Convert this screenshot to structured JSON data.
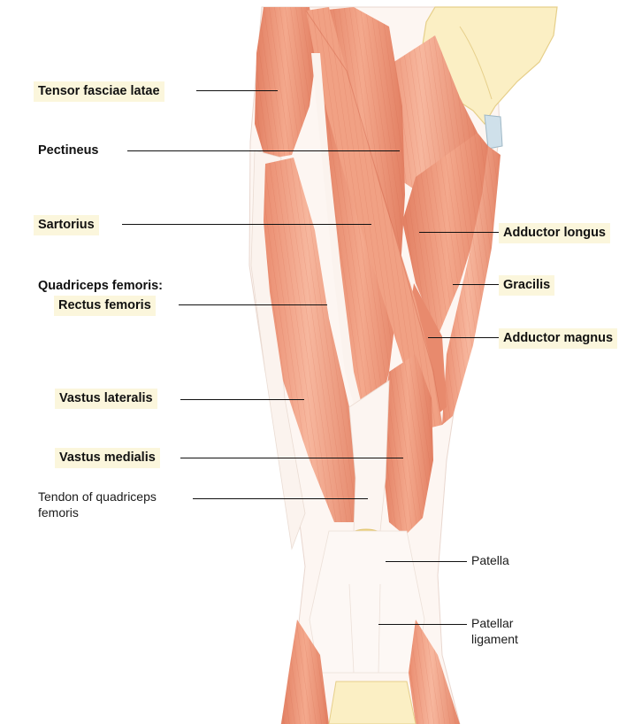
{
  "labels": {
    "tensor_fasciae_latae": "Tensor fasciae latae",
    "pectineus": "Pectineus",
    "sartorius": "Sartorius",
    "quadriceps_femoris": "Quadriceps femoris:",
    "rectus_femoris": "Rectus femoris",
    "vastus_lateralis": "Vastus lateralis",
    "vastus_medialis": "Vastus medialis",
    "tendon_line1": "Tendon of quadriceps",
    "tendon_line2": "femoris",
    "adductor_longus": "Adductor longus",
    "gracilis": "Gracilis",
    "adductor_magnus": "Adductor magnus",
    "patella": "Patella",
    "patellar_line1": "Patellar",
    "patellar_line2": "ligament"
  },
  "colors": {
    "muscle": "#ef9a7c",
    "muscle_dark": "#d96a4e",
    "muscle_light": "#f7c2ad",
    "tendon": "#fbf3ee",
    "bone": "#fbefc4",
    "patella": "#f3dc8e",
    "label_highlight": "#fbf6dc"
  }
}
